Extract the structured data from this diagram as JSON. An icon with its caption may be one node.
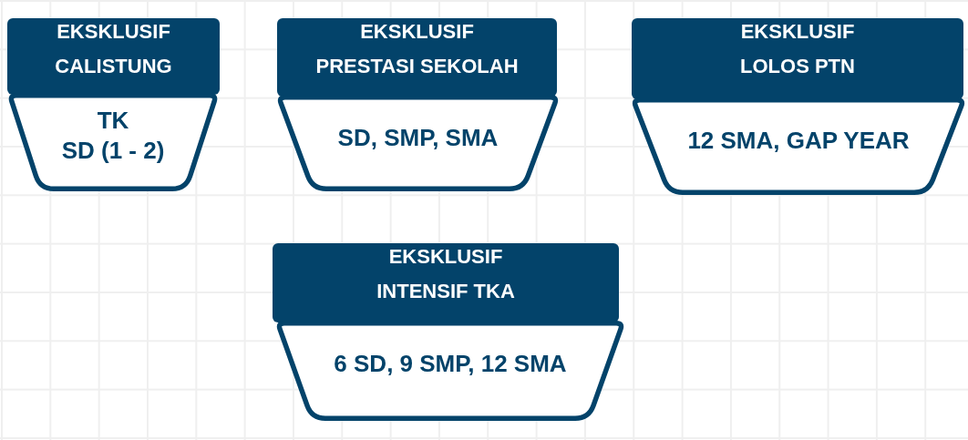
{
  "diagram": {
    "nodes": [
      {
        "text": [
          "EKSKLUSIF",
          "CALISTUNG"
        ]
      },
      {
        "text": [
          "TK",
          "SD (1 - 2)"
        ]
      },
      {
        "text": [
          "EKSKLUSIF",
          "PRESTASI SEKOLAH"
        ]
      },
      {
        "text": [
          "SD, SMP, SMA"
        ]
      },
      {
        "text": [
          "EKSKLUSIF",
          "LOLOS PTN"
        ]
      },
      {
        "text": [
          "12 SMA, GAP YEAR"
        ]
      },
      {
        "text": [
          "EKSKLUSIF",
          "INTENSIF TKA"
        ]
      },
      {
        "text": [
          "6 SD, 9 SMP, 12 SMA"
        ]
      }
    ]
  }
}
